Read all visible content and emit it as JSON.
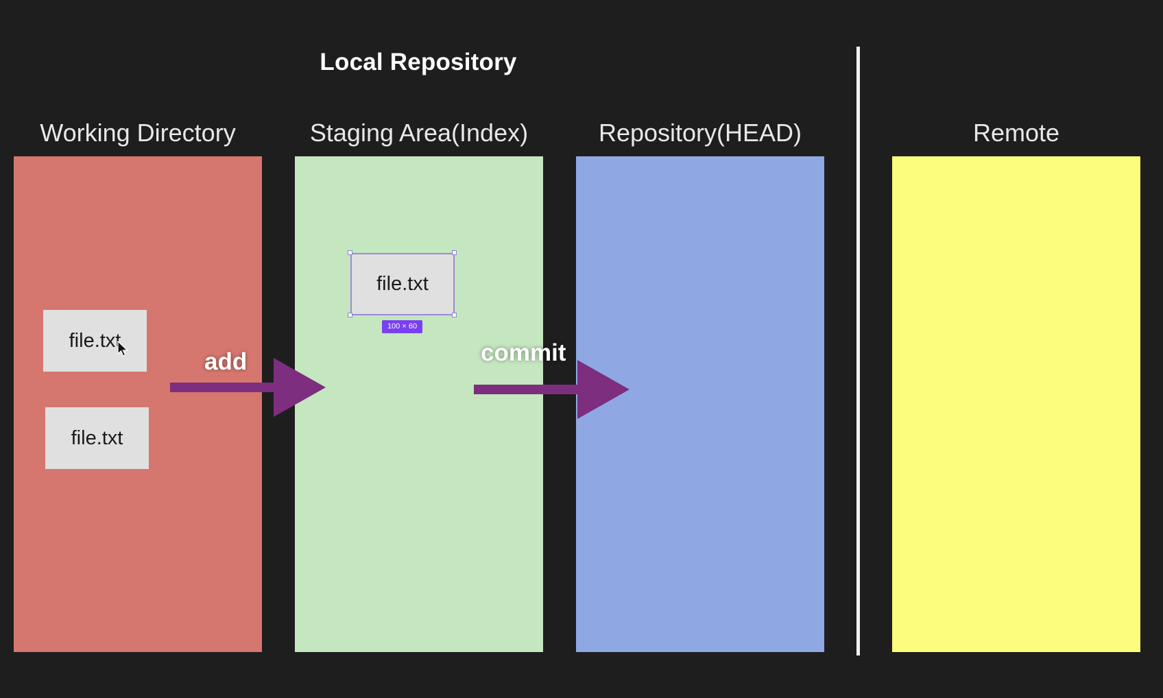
{
  "header": {
    "section_title": "Local Repository"
  },
  "columns": [
    {
      "label": "Working Directory",
      "color": "#d5776f"
    },
    {
      "label": "Staging Area(Index)",
      "color": "#c4e7bf"
    },
    {
      "label": "Repository(HEAD)",
      "color": "#8fa8e3"
    },
    {
      "label": "Remote",
      "color": "#fcfc7d"
    }
  ],
  "working_directory": {
    "files": [
      "file.txt",
      "file.txt"
    ]
  },
  "staging_area": {
    "files": [
      "file.txt"
    ],
    "selection_size": "100 × 60"
  },
  "actions": {
    "add": "add",
    "commit": "commit",
    "arrow_color": "#7d2e7f"
  },
  "icons": {
    "cursor": "mouse-pointer-icon"
  }
}
